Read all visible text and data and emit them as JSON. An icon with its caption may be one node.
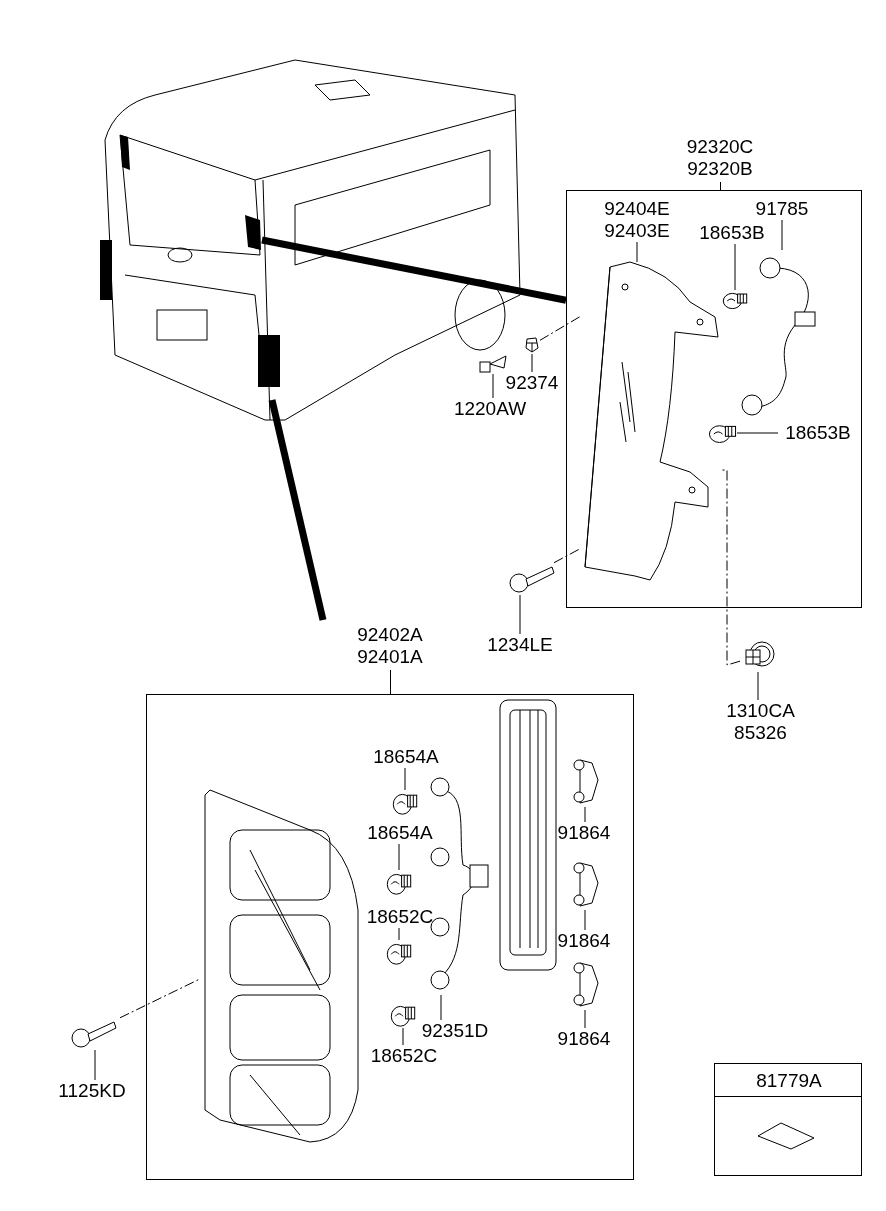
{
  "diagram": {
    "nodes": [
      {
        "text": [],
        "shape": "picture"
      },
      {
        "text": [
          "92320C 92320B"
        ]
      },
      {
        "text": [
          "92404E 92403E"
        ],
        "in": 1
      },
      {
        "text": [],
        "shape": "picture",
        "in": 1
      },
      {
        "text": [
          "18653B"
        ],
        "in": 1
      },
      {
        "text": [],
        "shape": "picture",
        "in": 1
      },
      {
        "text": [
          "91785"
        ],
        "in": 1
      },
      {
        "text": [],
        "shape": "picture",
        "in": 1
      },
      {
        "text": [
          "18653B"
        ],
        "in": 1
      },
      {
        "text": [],
        "shape": "picture",
        "in": 1
      },
      {
        "text": [],
        "shape": "picture"
      },
      {
        "text": [
          "92374"
        ]
      },
      {
        "text": [],
        "shape": "picture"
      },
      {
        "text": [
          "1220AW"
        ]
      },
      {
        "text": [],
        "shape": "picture"
      },
      {
        "text": [
          "1234LE"
        ]
      },
      {
        "text": [],
        "shape": "picture"
      },
      {
        "text": [
          "1310CA 85326"
        ]
      },
      {
        "text": [
          "92402A 92401A"
        ]
      },
      {
        "text": [],
        "shape": "picture",
        "in": 18
      },
      {
        "text": [],
        "shape": "picture",
        "in": 18
      },
      {
        "text": [
          "18654A"
        ],
        "in": 18
      },
      {
        "text": [],
        "shape": "picture",
        "in": 18
      },
      {
        "text": [
          "18654A"
        ],
        "in": 18
      },
      {
        "text": [],
        "shape": "picture",
        "in": 18
      },
      {
        "text": [
          "18652C"
        ],
        "in": 18
      },
      {
        "text": [],
        "shape": "picture",
        "in": 18
      },
      {
        "text": [],
        "shape": "picture",
        "in": 18
      },
      {
        "text": [
          "18652C"
        ],
        "in": 18
      },
      {
        "text": [],
        "shape": "picture",
        "in": 18
      },
      {
        "text": [
          "92351D"
        ],
        "in": 18
      },
      {
        "text": [],
        "shape": "picture",
        "in": 18
      },
      {
        "text": [
          "91864"
        ],
        "in": 18
      },
      {
        "text": [],
        "shape": "picture",
        "in": 18
      },
      {
        "text": [
          "91864"
        ],
        "in": 18
      },
      {
        "text": [],
        "shape": "picture",
        "in": 18
      },
      {
        "text": [
          "91864"
        ],
        "in": 18
      },
      {
        "text": [],
        "shape": "picture"
      },
      {
        "text": [
          "1125KD"
        ]
      },
      {
        "text": [
          "81779A"
        ]
      },
      {
        "text": [],
        "shape": "picture",
        "in": 39
      }
    ],
    "edges": [
      {
        "from": 2,
        "to": 3,
        "arrow": "none"
      },
      {
        "from": 4,
        "to": 5,
        "arrow": "none"
      },
      {
        "from": 6,
        "to": 7,
        "arrow": "none"
      },
      {
        "from": 8,
        "to": 9,
        "arrow": "none"
      },
      {
        "from": 11,
        "to": 10,
        "arrow": "none"
      },
      {
        "from": 13,
        "to": 12,
        "arrow": "none"
      },
      {
        "from": 15,
        "to": 14,
        "arrow": "none"
      },
      {
        "from": 17,
        "to": 16,
        "arrow": "none"
      },
      {
        "from": 21,
        "to": 22,
        "arrow": "none"
      },
      {
        "from": 23,
        "to": 24,
        "arrow": "none"
      },
      {
        "from": 25,
        "to": 26,
        "arrow": "none"
      },
      {
        "from": 28,
        "to": 27,
        "arrow": "none"
      },
      {
        "from": 30,
        "to": 29,
        "arrow": "none"
      },
      {
        "from": 32,
        "to": 31,
        "arrow": "none"
      },
      {
        "from": 34,
        "to": 33,
        "arrow": "none"
      },
      {
        "from": 36,
        "to": 35,
        "arrow": "none"
      },
      {
        "from": 38,
        "to": 37,
        "arrow": "none"
      },
      {
        "from": 10,
        "to": 3,
        "arrow": "none",
        "style": "dashed"
      },
      {
        "from": 14,
        "to": 3,
        "arrow": "none",
        "style": "dashed"
      },
      {
        "from": 16,
        "to": 3,
        "arrow": "none",
        "style": "dashed"
      },
      {
        "from": 37,
        "to": 19,
        "arrow": "none",
        "style": "dashed"
      },
      {
        "from": 0,
        "to": 1,
        "arrow": "none",
        "style": "thick"
      },
      {
        "from": 0,
        "to": 18,
        "arrow": "none",
        "style": "thick"
      }
    ]
  }
}
